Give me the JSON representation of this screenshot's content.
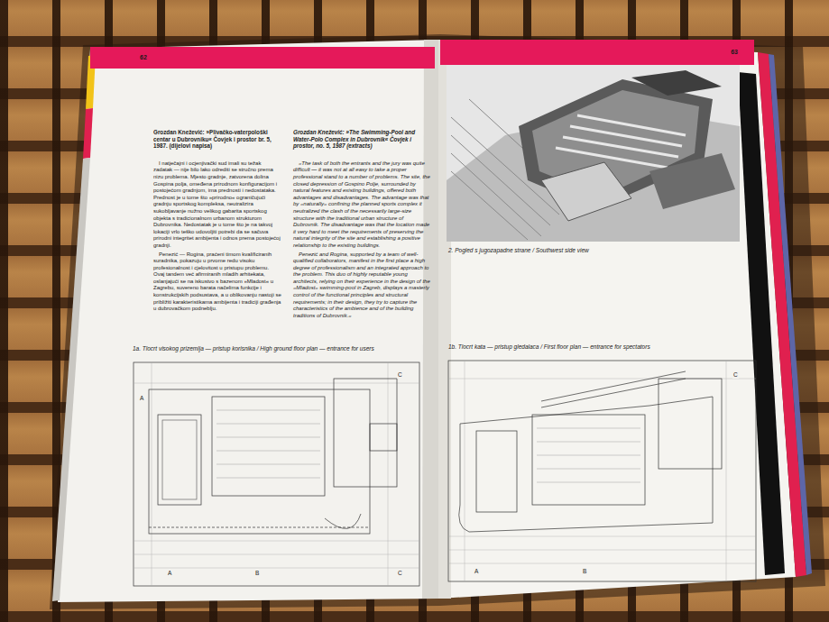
{
  "diagram": {
    "nodes": [
      {
        "text": [
          "62"
        ]
      },
      {
        "text": [
          "63"
        ]
      },
      {
        "text": [
          "2. Pogled s jugozapadne strane / Southwest side view"
        ]
      },
      {
        "text": [
          "1a. Tlocrt visokog prizemlja — pristup korisnika / High ground floor plan — entrance for users"
        ]
      },
      {
        "text": [
          "1b. Tlocrt kata — pristup gledalaca / First floor plan — entrance for spectators"
        ]
      }
    ],
    "labels": [
      "Grozdan Knežević: »Plivačko-vaterpološki centar u Dubrovniku« Čovjek i prostor br. 5, 1987. (dijelovi napisa)",
      "I natječajni i ocjenjivački sud imali su težak zadatak — nije bilo lako odrediti se stručno prema nizu problema. Mjesto gradnje, zatvorena dolina Gospina polja, omeđena prirodnom konfiguracijom i postojećom gradnjom, ima prednosti i nedostataka. Prednost je u tome što »prirodno« ograničujući gradnju sportskog kompleksa, neutralizira sukobljavanje nužno velikog gabarita sportskog objekta s tradicionalnom urbanom strukturom Dubrovnika. Nedostatak je u tome što je na takvoj lokaciji vrlo teško udovoljiti potrebi da se sačuva prirodni integritet ambijenta i odnos prema postojećoj gradnji.",
      "Penezić — Rogina, praćeni timom kvalificiranih suradnika, pokazuju u prvome redu visoku profesionalnost i cjelovitost u pristupu problemu. Ovaj tandem već afirmiranih mladih arhitekata, oslanjajući se na iskustvo s bazenom »Mladost« u Zagrebu, suvereno barata načelima funkcije i konstrukcijskih podsustava, a u oblikovanju nastoji se približiti karakteristikama ambijenta i tradiciji građenja u dubrovačkom podneblju.",
      "Grozdan Knežević: »The Swimming-Pool and Water-Polo Complex in Dubrovnik« Čovjek i prostor, no. 5, 1987 (extracts)",
      "»The task of both the entrants and the jury was quite difficult — it was not at all easy to take a proper professional stand to a number of problems. The site, the closed depression of Gospino Polje, surrounded by natural features and existing buildings, offered both advantages and disadvantages. The advantage was that by »naturally« confining the planned sports complex it neutralized the clash of the necessarily large-size structure with the traditional urban structure of Dubrovnik. The disadvantage was that the location made it very hard to meet the requirements of preserving the natural integrity of the site and establishing a positive relationship to the existing buildings.",
      "Penezić and Rogina, supported by a team of well-qualified collaborators, manifest in the first place a high degree of professionalism and an integrated approach to the problem. This duo of highly reputable young architects, relying on their experience in the design of the »Mladost« swimming-pool in Zagreb, displays a masterly control of the functional principles and structural requirements; in their design, they try to capture the characteristics of the ambience and of the building traditions of Dubrovnik.«",
      "A",
      "A",
      "B",
      "C",
      "C",
      "A",
      "B",
      "C"
    ]
  }
}
